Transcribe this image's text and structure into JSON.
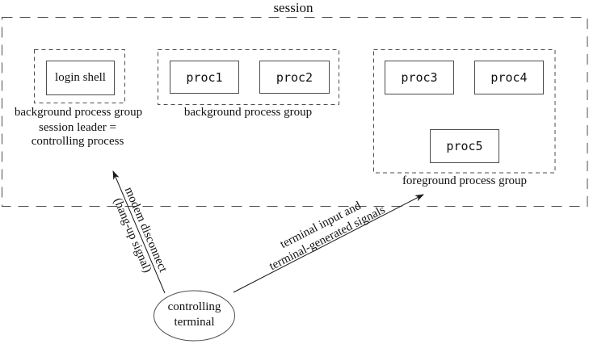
{
  "title": "session",
  "groups": {
    "left": {
      "label": "background process group",
      "sublabel": {
        "line1": "session leader =",
        "line2": "controlling process"
      },
      "boxes": [
        "login shell"
      ]
    },
    "middle": {
      "label": "background process group",
      "boxes": [
        "proc1",
        "proc2"
      ]
    },
    "right": {
      "label": "foreground process group",
      "boxes": [
        "proc3",
        "proc4",
        "proc5"
      ]
    }
  },
  "terminal": {
    "line1": "controlling",
    "line2": "terminal"
  },
  "arrows": {
    "modem": {
      "line1": "modem disconnect",
      "line2": "(hang-up signal)"
    },
    "terminal_io": {
      "line1": "terminal input and",
      "line2": "terminal-generated signals"
    }
  },
  "colors": {
    "stroke": "#4d4d4d",
    "arrow": "#1a1a1a",
    "text": "#111111",
    "background": "#ffffff"
  }
}
